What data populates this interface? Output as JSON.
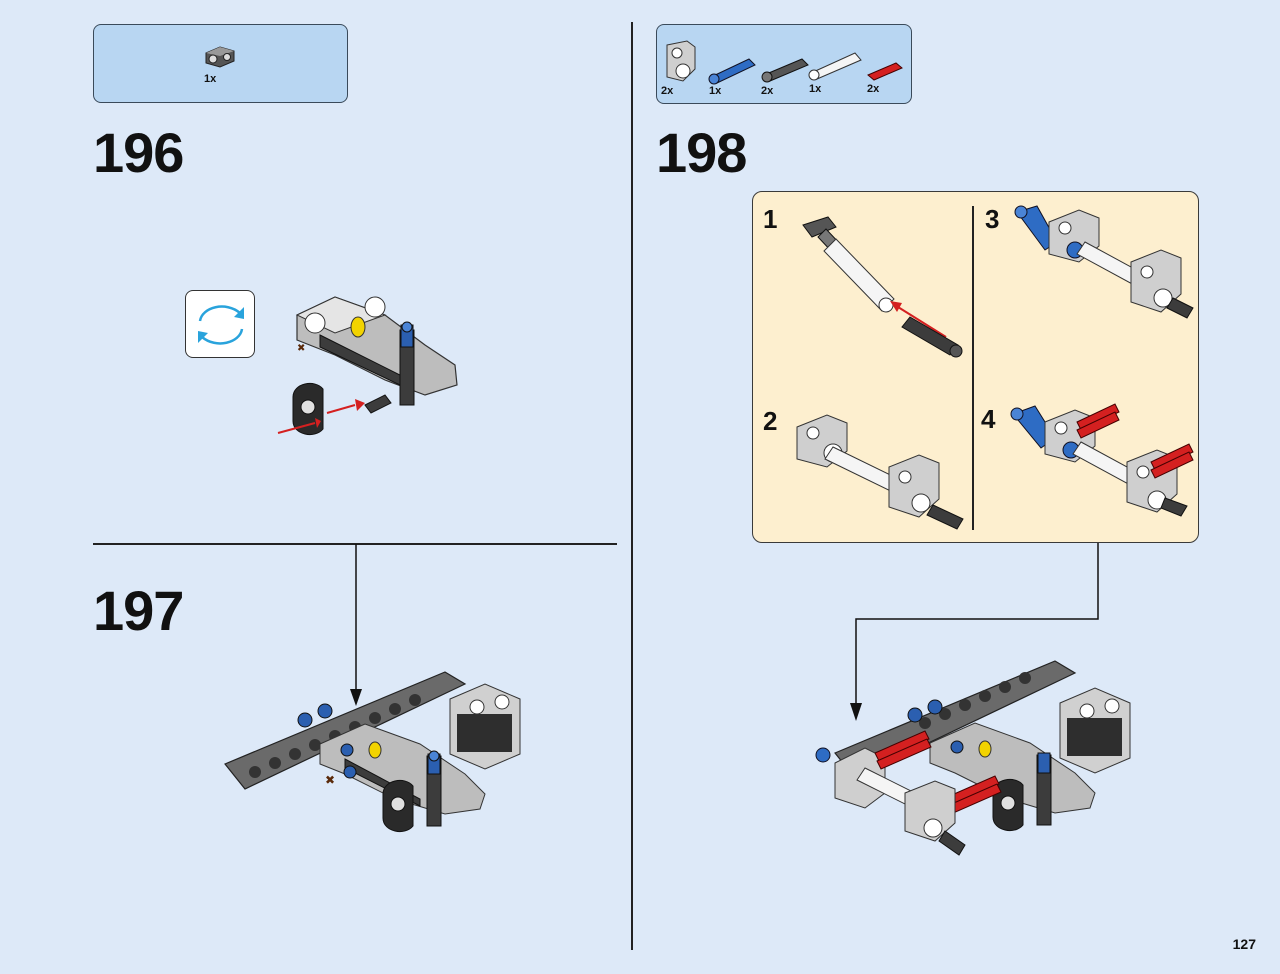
{
  "page": {
    "number": "127"
  },
  "steps": [
    {
      "number": "196",
      "parts": [
        {
          "name": "pin-connector-part",
          "qty": "1x"
        }
      ]
    },
    {
      "number": "197"
    },
    {
      "number": "198",
      "parts": [
        {
          "name": "angle-connector-part",
          "qty": "2x"
        },
        {
          "name": "blue-axle-pin-part",
          "qty": "1x"
        },
        {
          "name": "dark-gray-axle-part",
          "qty": "2x"
        },
        {
          "name": "white-axle-part",
          "qty": "1x"
        },
        {
          "name": "red-axle-part",
          "qty": "2x"
        }
      ],
      "substeps": [
        "1",
        "2",
        "3",
        "4"
      ]
    }
  ],
  "colors": {
    "background": "#dde9f8",
    "parts_box": "#b8d6f2",
    "substep_box": "#fdefcf",
    "arrow_red": "#d42020",
    "rotate_blue": "#29a3dc"
  }
}
